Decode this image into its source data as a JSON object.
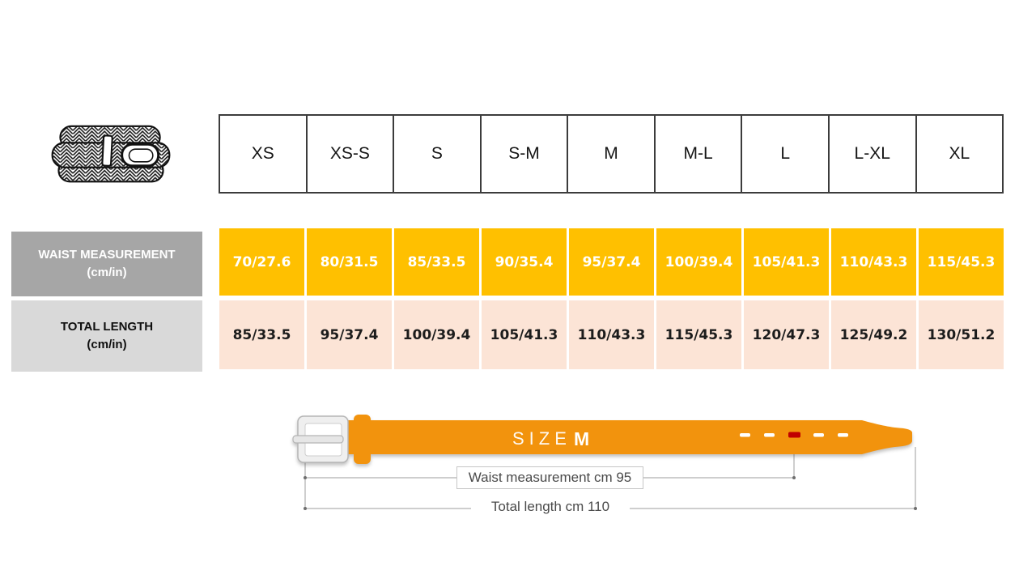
{
  "size_chart": {
    "sizes": [
      "XS",
      "XS-S",
      "S",
      "S-M",
      "M",
      "M-L",
      "L",
      "L-XL",
      "XL"
    ],
    "waist_row": {
      "label": "WAIST MEASUREMENT",
      "unit": "(cm/in)",
      "values": [
        "70/27.6",
        "80/31.5",
        "85/33.5",
        "90/35.4",
        "95/37.4",
        "100/39.4",
        "105/41.3",
        "110/43.3",
        "115/45.3"
      ]
    },
    "length_row": {
      "label": "TOTAL LENGTH",
      "unit": "(cm/in)",
      "values": [
        "85/33.5",
        "95/37.4",
        "100/39.4",
        "105/41.3",
        "110/43.3",
        "115/45.3",
        "120/47.3",
        "125/49.2",
        "130/51.2"
      ]
    }
  },
  "belt_diagram": {
    "size_label": "SIZE",
    "size_value": "M",
    "waist_annotation": "Waist measurement cm 95",
    "length_annotation": "Total length cm 110"
  },
  "colors": {
    "waist_row_bg": "#FFC000",
    "length_row_bg": "#FCE4D6",
    "waist_header_bg": "#A6A6A6",
    "length_header_bg": "#D9D9D9",
    "belt_orange": "#F2930D",
    "hole_marker_red": "#C00000",
    "dimension_line": "#9c9c9c"
  },
  "icons": {
    "belt_illustration": "braided-belt-icon"
  }
}
